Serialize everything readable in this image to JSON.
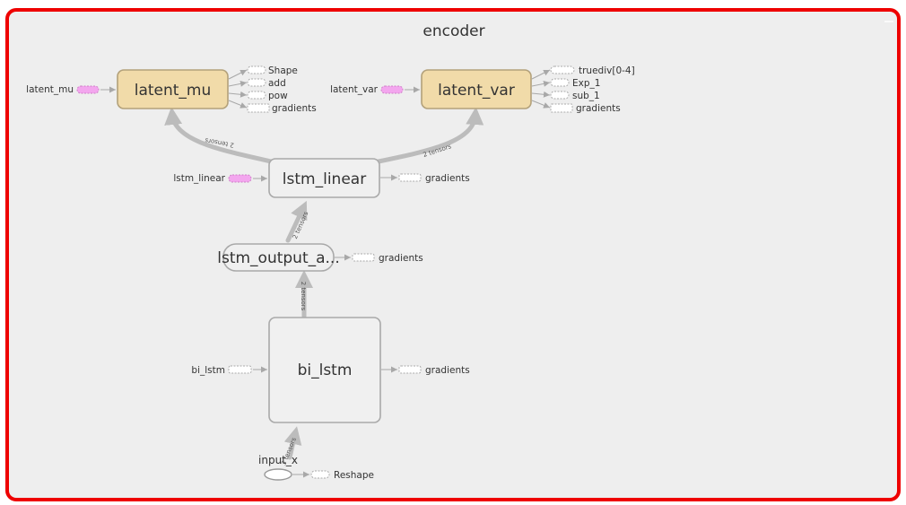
{
  "title": "encoder",
  "colors": {
    "frame": "#ee0000",
    "background": "#eeeeee",
    "node_fill": "#f0f0f0",
    "node_stroke": "#a9a9a9",
    "highlight_fill": "#f1dba9",
    "highlight_stroke": "#b3a17a",
    "pink_pill": "#f3a6ee"
  },
  "nodes": {
    "latent_mu": "latent_mu",
    "latent_var": "latent_var",
    "lstm_linear": "lstm_linear",
    "lstm_output": "lstm_output_a...",
    "bi_lstm": "bi_lstm",
    "input_x": "input_x"
  },
  "inputs": {
    "latent_mu": "latent_mu",
    "latent_var": "latent_var",
    "lstm_linear": "lstm_linear",
    "bi_lstm": "bi_lstm"
  },
  "outputs": {
    "latent_mu": [
      "Shape",
      "add",
      "pow",
      "gradients"
    ],
    "latent_var": [
      "truediv[0-4]",
      "Exp_1",
      "sub_1",
      "gradients"
    ],
    "lstm_linear": "gradients",
    "lstm_output": "gradients",
    "bi_lstm": "gradients",
    "input_x": "Reshape"
  },
  "edge_labels": {
    "to_latent_mu": "2 tensors",
    "to_latent_var": "2 tensors",
    "to_lstm_linear": "2 tensors",
    "to_lstm_output": "2 tensors",
    "to_bi_lstm": "3 tensors"
  }
}
